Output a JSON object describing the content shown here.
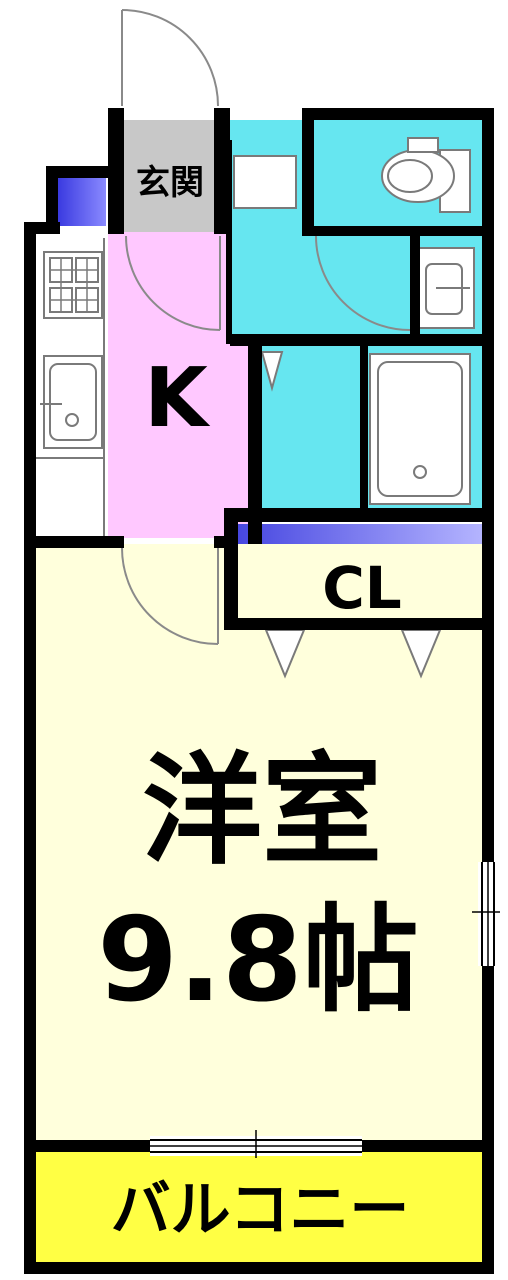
{
  "rooms": {
    "entrance": "玄関",
    "kitchen": "K",
    "closet": "CL",
    "western_room": "洋室",
    "western_room_size": "9.8帖",
    "balcony": "バルコニー"
  },
  "colors": {
    "wall": "#000000",
    "entrance_floor": "#c8c8c8",
    "kitchen_floor": "#ffc8ff",
    "wet_area": "#66e6f0",
    "closet": "#5050e6",
    "western_room_floor": "#ffffdc",
    "balcony_floor": "#ffff44",
    "shoe_box": "#4a4ae6"
  }
}
